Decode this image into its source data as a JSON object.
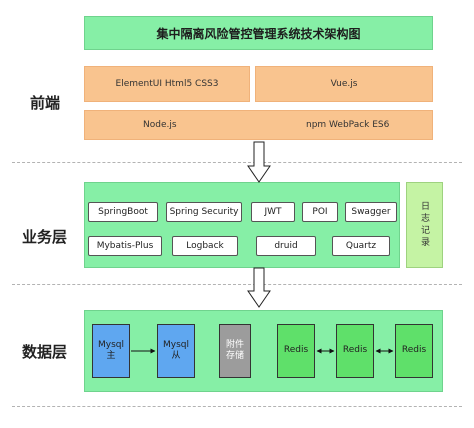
{
  "title": "集中隔离风险管控管理系统技术架构图",
  "layers": {
    "frontend": "前端",
    "business": "业务层",
    "data": "数据层"
  },
  "frontend": {
    "row1": [
      "ElementUI Html5 CSS3",
      "Vue.js"
    ],
    "row2": [
      "Node.js",
      "npm WebPack ES6"
    ]
  },
  "business": {
    "row1": [
      "SpringBoot",
      "Spring Security",
      "JWT",
      "POI",
      "Swagger"
    ],
    "row2": [
      "Mybatis-Plus",
      "Logback",
      "druid",
      "Quartz"
    ],
    "log": "日志记录"
  },
  "data": {
    "mysql_master": "Mysql\n主",
    "mysql_slave": "Mysql\n从",
    "attachment": "附件\n存储",
    "redis": [
      "Redis",
      "Redis",
      "Redis"
    ]
  },
  "colors": {
    "green": "#86efa6",
    "orange": "#f9c48f",
    "blue": "#5fa7f0",
    "gray": "#9c9c9c",
    "redis_green": "#5fe06a"
  }
}
